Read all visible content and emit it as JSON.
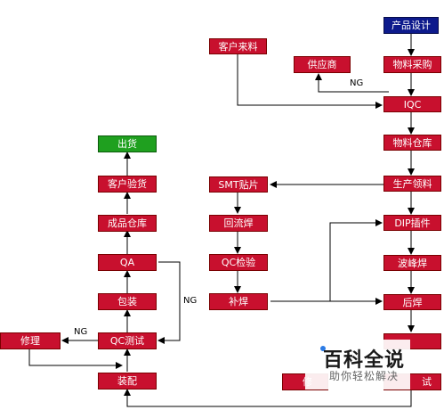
{
  "nodes": {
    "product_design": "产品设计",
    "customer_material": "客户来料",
    "supplier": "供应商",
    "material_purchase": "物料采购",
    "iqc": "IQC",
    "material_warehouse": "物料仓库",
    "production_pick": "生产领料",
    "smt": "SMT贴片",
    "reflow": "回流焊",
    "qc_check": "QC检验",
    "repair_weld_left": "补焊",
    "dip": "DIP插件",
    "wave_solder": "波峰焊",
    "post_weld": "后焊",
    "repair_right": "修",
    "test_right": "试",
    "assembly": "装配",
    "qc_test": "QC测试",
    "repair": "修理",
    "packing": "包装",
    "qa": "QA",
    "finished_warehouse": "成品仓库",
    "customer_inspection": "客户验货",
    "shipment": "出货"
  },
  "labels": {
    "ng_iqc": "NG",
    "ng_qc_test": "NG",
    "ng_qa": "NG"
  },
  "watermark": {
    "title": "百科全说",
    "subtitle": "助你轻松解决"
  },
  "colors": {
    "box_red": "#c8102e",
    "box_blue": "#0d1a8c",
    "box_green": "#1fa01f",
    "line": "#000000"
  }
}
